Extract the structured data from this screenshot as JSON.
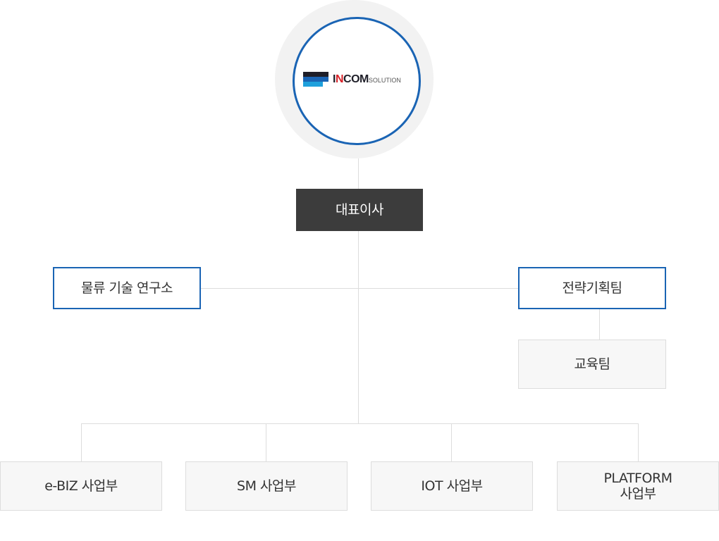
{
  "logo": {
    "brand": "INCOM",
    "brand_lead": "I",
    "brand_accent": "N",
    "brand_rest": "COM",
    "suffix": "SOLUTION",
    "colors": {
      "dark": "#1e1e28",
      "accent": "#d8232a",
      "blue": "#1a64b4",
      "cyan": "#1ea0dc"
    }
  },
  "ceo": {
    "label": "대표이사"
  },
  "staff": [
    {
      "label": "물류 기술 연구소"
    },
    {
      "label": "전략기획팀"
    }
  ],
  "sub_team": {
    "label": "교육팀"
  },
  "divisions": [
    {
      "label": "e-BIZ 사업부"
    },
    {
      "label": "SM 사업부"
    },
    {
      "label": "IOT 사업부"
    },
    {
      "label_line1": "PLATFORM",
      "label_line2": "사업부"
    }
  ],
  "colors": {
    "ceo_box": "#3c3c3c",
    "highlight_border": "#1a64b4",
    "box_bg": "#f7f7f7",
    "connector": "#dddddd"
  }
}
